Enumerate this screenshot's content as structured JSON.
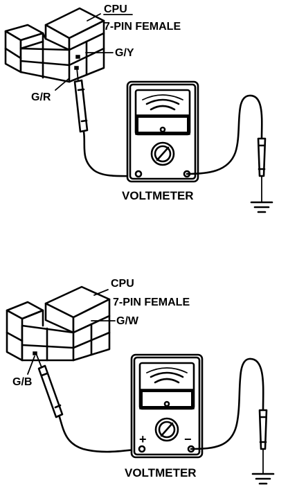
{
  "diagrams": [
    {
      "connector_label": "CPU",
      "connector_type": "7-PIN FEMALE",
      "wire_upper": "G/Y",
      "wire_lower": "G/R",
      "meter_label": "VOLTMETER",
      "meter_plus": "",
      "meter_minus": ""
    },
    {
      "connector_label": "CPU",
      "connector_type": "7-PIN FEMALE",
      "wire_upper": "G/W",
      "wire_lower": "G/B",
      "meter_label": "VOLTMETER",
      "meter_plus": "+",
      "meter_minus": "−"
    }
  ]
}
